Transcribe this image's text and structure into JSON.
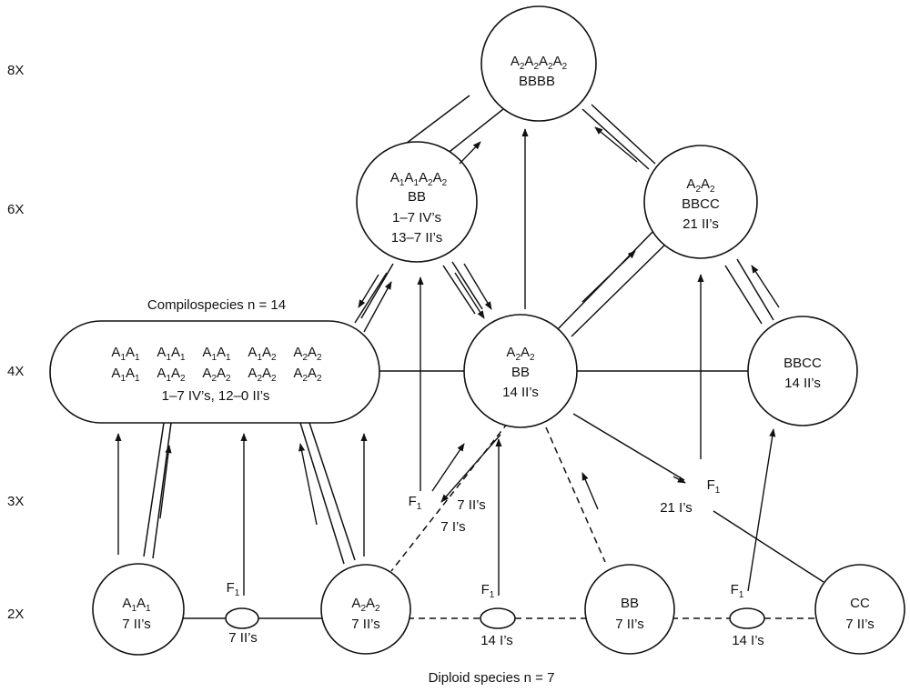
{
  "levels": {
    "x8": "8X",
    "x6": "6X",
    "x4": "4X",
    "x3": "3X",
    "x2": "2X"
  },
  "nodes": {
    "a2a2a2a2_bbbb": {
      "line1_parts": [
        "A",
        "2",
        "A",
        "2",
        "A",
        "2",
        "A",
        "2"
      ],
      "line2": "BBBB"
    },
    "a1a1a2a2_bb": {
      "line1_parts": [
        "A",
        "1",
        "A",
        "1",
        "A",
        "2",
        "A",
        "2"
      ],
      "line2": "BB",
      "line3": "1–7 IV’s",
      "line4": "13–7 II’s"
    },
    "a2a2_bbcc": {
      "line1_parts": [
        "A",
        "2",
        "A",
        "2"
      ],
      "line2": "BBCC",
      "line3": "21 II’s"
    },
    "compilospecies": {
      "row1": [
        "A1A1",
        "A1A1",
        "A1A1",
        "A1A2",
        "A2A2"
      ],
      "row2": [
        "A1A1",
        "A1A2",
        "A2A2",
        "A2A2",
        "A2A2"
      ],
      "line3": "1–7 IV’s, 12–0 II’s"
    },
    "a2a2_bb": {
      "line1_parts": [
        "A",
        "2",
        "A",
        "2"
      ],
      "line2": "BB",
      "line3": "14 II’s"
    },
    "bbcc": {
      "line1": "BBCC",
      "line2": "14 II’s"
    },
    "a1a1": {
      "line1_parts": [
        "A",
        "1",
        "A",
        "1"
      ],
      "line2": "7 II’s"
    },
    "a2a2": {
      "line1_parts": [
        "A",
        "2",
        "A",
        "2"
      ],
      "line2": "7 II’s"
    },
    "bb": {
      "line1": "BB",
      "line2": "7 II’s"
    },
    "cc": {
      "line1": "CC",
      "line2": "7 II’s"
    }
  },
  "hybrids": {
    "f1_a1_a2": {
      "label": "F",
      "sub": "1",
      "pairing": "7 II’s"
    },
    "f1_a2_bb": {
      "label": "F",
      "sub": "1",
      "pairing": "14 I’s"
    },
    "f1_bb_cc": {
      "label": "F",
      "sub": "1",
      "pairing": "14 I’s"
    },
    "f1_3x_left": {
      "label": "F",
      "sub": "1",
      "pairing_1": "7 II’s",
      "pairing_2": "7 I’s"
    },
    "f1_3x_right": {
      "label": "F",
      "sub": "1",
      "pairing": "21 I’s"
    }
  },
  "captions": {
    "compilospecies": "Compilospecies n = 14",
    "diploid": "Diploid species n = 7"
  }
}
